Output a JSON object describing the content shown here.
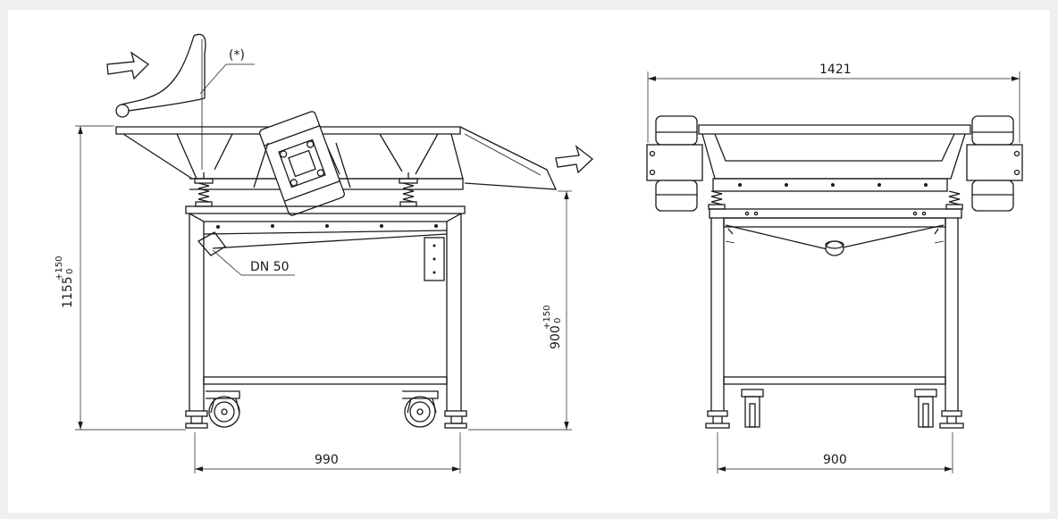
{
  "dimensions": {
    "side_width": "990",
    "front_width": "900",
    "top_width": "1421",
    "total_height": "1155",
    "total_height_tol_plus": "+150",
    "total_height_tol_minus": "0",
    "outlet_height": "900",
    "outlet_height_tol_plus": "+150",
    "outlet_height_tol_minus": "0"
  },
  "callouts": {
    "note_marker": "(*)",
    "drain": "DN 50"
  },
  "colors": {
    "background": "#efefef",
    "sheet": "#ffffff",
    "line": "#1a1a1a"
  },
  "icons": [
    "inlet-arrow-icon",
    "outlet-arrow-icon"
  ]
}
